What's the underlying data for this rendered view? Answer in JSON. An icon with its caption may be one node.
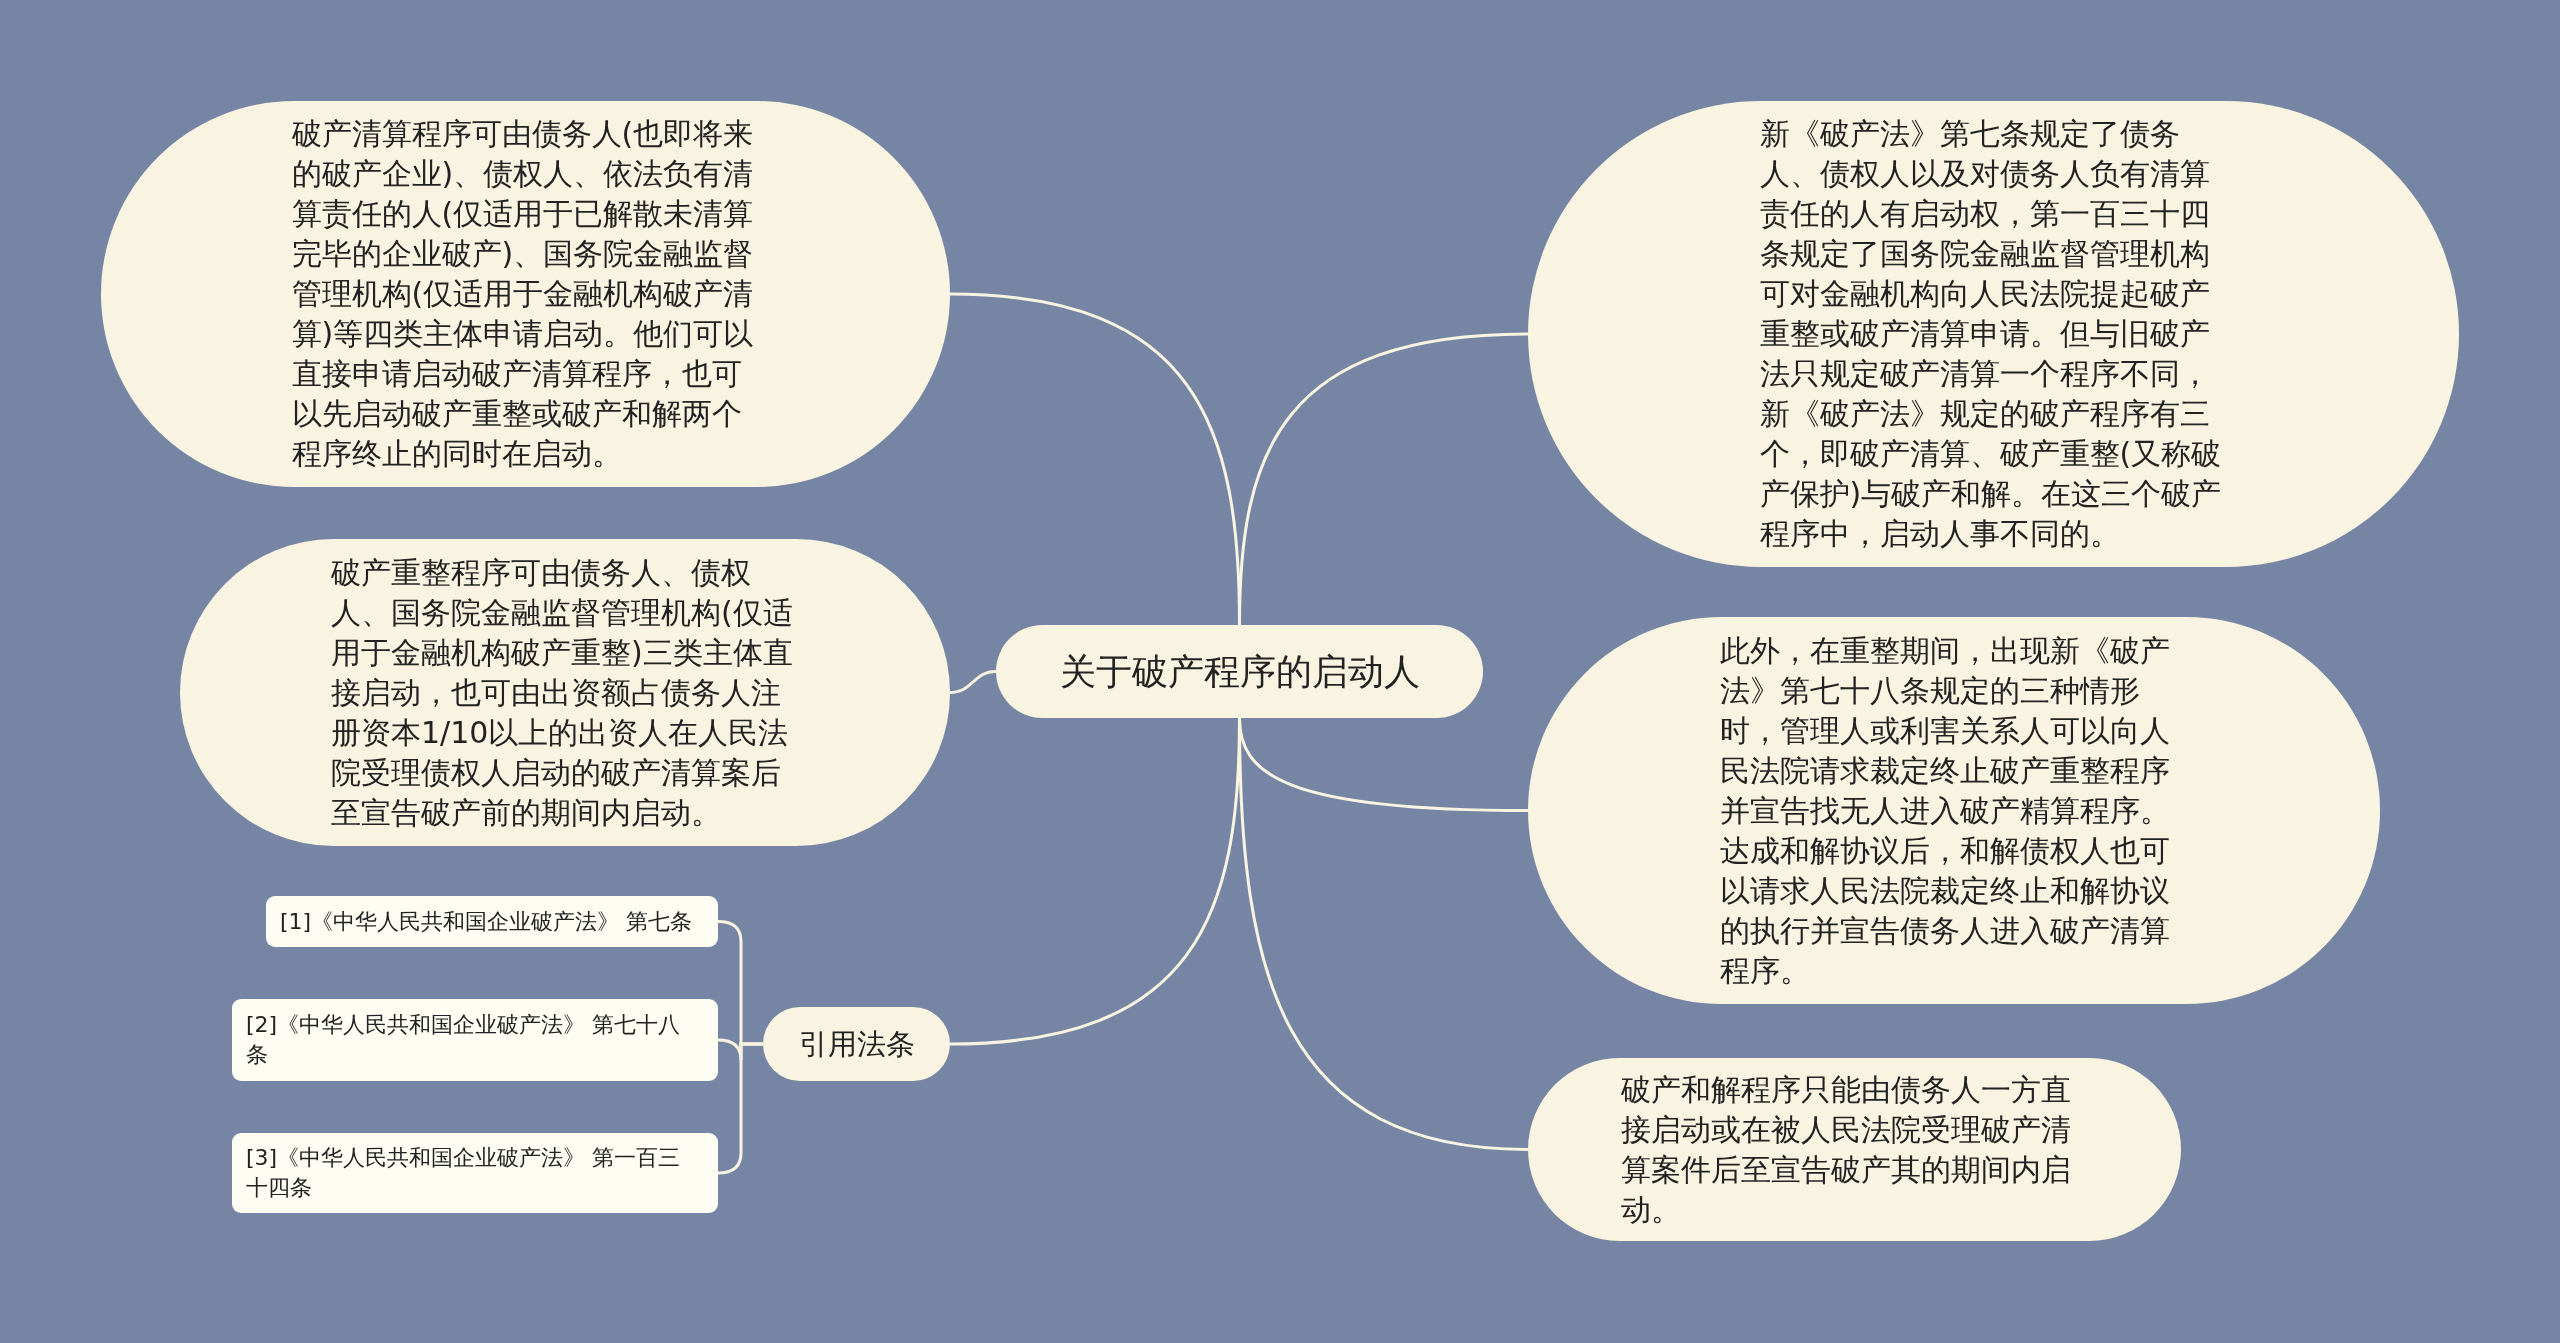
{
  "diagram": {
    "nodes": [
      {
        "text": [
          "关于破产程序的启动人"
        ]
      },
      {
        "text": [
          "破产清算程序可由债务人(也即将来的破产企业)、债权人、依法负有清算责任的人(仅适用于已解散未清算完毕的企业破产)、国务院金融监督管理机构(仅适用于金融机构破产清算)等四类主体申请启动。他们可以直接申请启动破产清算程序，也可以先启动破产重整或破产和解两个程序终止的同时在启动。"
        ]
      },
      {
        "text": [
          "破产重整程序可由债务人、债权人、国务院金融监督管理机构(仅适用于金融机构破产重整)三类主体直接启动，也可由出资额占债务人注册资本1/10以上的出资人在人民法院受理债权人启动的破产清算案后至宣告破产前的期间内启动。"
        ]
      },
      {
        "text": [
          "引用法条"
        ]
      },
      {
        "text": [
          "[1]《中华人民共和国企业破产法》 第七条"
        ]
      },
      {
        "text": [
          "[2]《中华人民共和国企业破产法》 第七十八条"
        ]
      },
      {
        "text": [
          "[3]《中华人民共和国企业破产法》 第一百三十四条"
        ]
      },
      {
        "text": [
          "新《破产法》第七条规定了债务人、债权人以及对债务人负有清算责任的人有启动权，第一百三十四条规定了国务院金融监督管理机构可对金融机构向人民法院提起破产重整或破产清算申请。但与旧破产法只规定破产清算一个程序不同，新《破产法》规定的破产程序有三个，即破产清算、破产重整(又称破产保护)与破产和解。在这三个破产程序中，启动人事不同的。"
        ]
      },
      {
        "text": [
          "此外，在重整期间，出现新《破产法》第七十八条规定的三种情形时，管理人或利害关系人可以向人民法院请求裁定终止破产重整程序并宣告找无人进入破产精算程序。达成和解协议后，和解债权人也可以请求人民法院裁定终止和解协议的执行并宣告债务人进入破产清算程序。"
        ]
      },
      {
        "text": [
          "破产和解程序只能由债务人一方直接启动或在被人民法院受理破产清算案件后至宣告破产其的期间内启动。"
        ]
      }
    ],
    "edges": [
      {
        "from": 0,
        "to": 1,
        "arrow": "none"
      },
      {
        "from": 0,
        "to": 2,
        "arrow": "none"
      },
      {
        "from": 0,
        "to": 3,
        "arrow": "none"
      },
      {
        "from": 3,
        "to": 4,
        "arrow": "none"
      },
      {
        "from": 3,
        "to": 5,
        "arrow": "none"
      },
      {
        "from": 3,
        "to": 6,
        "arrow": "none"
      },
      {
        "from": 0,
        "to": 7,
        "arrow": "none"
      },
      {
        "from": 0,
        "to": 8,
        "arrow": "none"
      },
      {
        "from": 0,
        "to": 9,
        "arrow": "none"
      }
    ]
  }
}
